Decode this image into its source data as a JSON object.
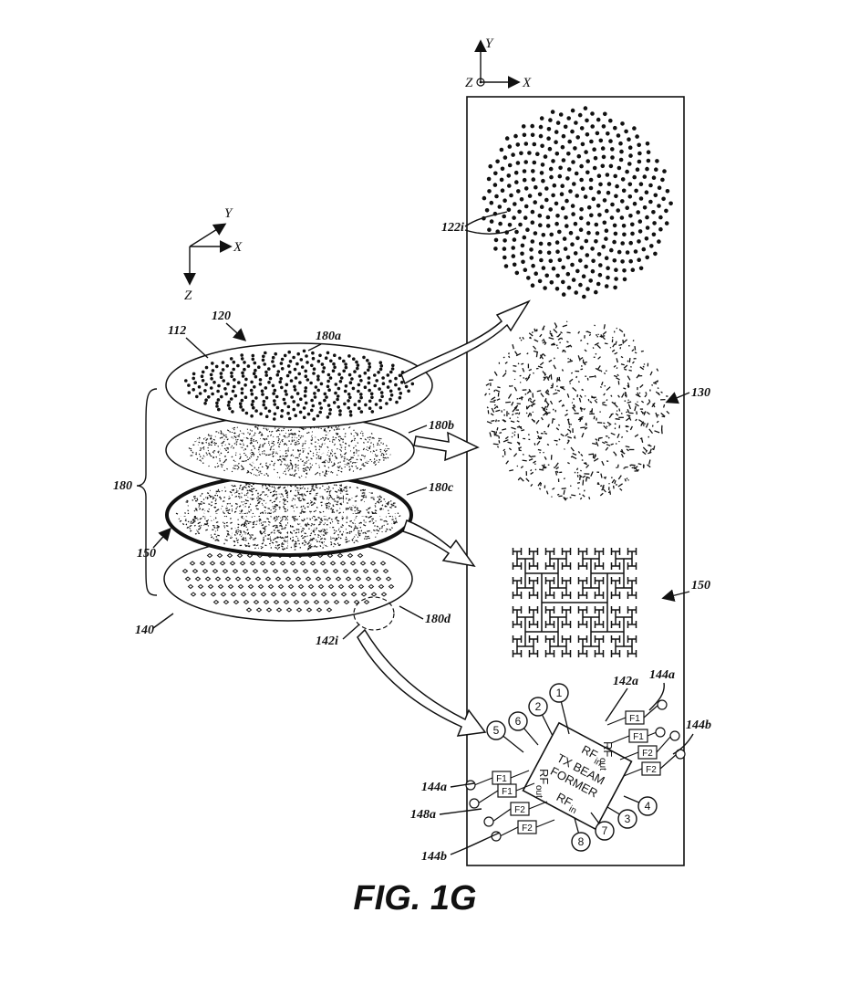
{
  "figure": {
    "caption": "FIG. 1G",
    "axes_right": {
      "x": "X",
      "y": "Y",
      "z": "Z"
    },
    "axes_left": {
      "x": "X",
      "y": "Y",
      "z": "Z"
    },
    "labels": {
      "l120": "120",
      "l112": "112",
      "l180a": "180a",
      "l180b": "180b",
      "l180c": "180c",
      "l180d": "180d",
      "l180": "180",
      "l150_left": "150",
      "l140": "140",
      "l142i": "142i",
      "l122i": "122i",
      "l130": "130",
      "l150_right": "150",
      "l142a": "142a",
      "l144a_top": "144a",
      "l144b_top": "144b",
      "l144a_bot": "144a",
      "l148a": "148a",
      "l144b_bot": "144b"
    },
    "beamformer": {
      "line1": "TX BEAM",
      "line2": "FORMER",
      "rf_in_top": "RF",
      "rf_in_bottom": "RF",
      "rf_out_left": "RF",
      "rf_out_right": "RF",
      "sub_in": "in",
      "sub_out": "out",
      "pins": [
        "1",
        "2",
        "3",
        "4",
        "5",
        "6",
        "7",
        "8"
      ],
      "filters_right": [
        "F1",
        "F1",
        "F2",
        "F2"
      ],
      "filters_left": [
        "F1",
        "F1",
        "F2",
        "F2"
      ]
    }
  }
}
